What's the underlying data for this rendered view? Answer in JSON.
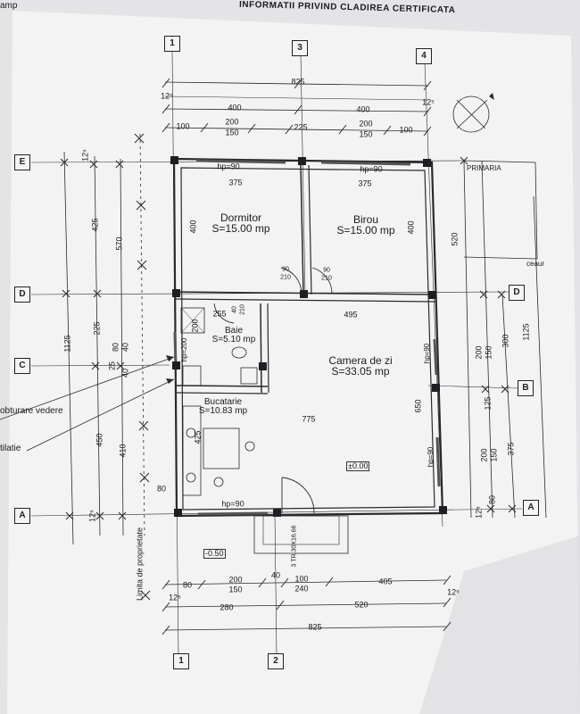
{
  "header": {
    "title": "INFORMATII PRIVIND CLADIREA CERTIFICATA",
    "corner": "amp"
  },
  "axes": {
    "top": [
      "1",
      "3",
      "4"
    ],
    "bottom": [
      "1",
      "2"
    ],
    "left": [
      "E",
      "D",
      "C",
      "A"
    ],
    "right": [
      "D",
      "B",
      "A"
    ]
  },
  "rooms": {
    "dormitor": {
      "name": "Dormitor",
      "area": "S=15.00 mp"
    },
    "birou": {
      "name": "Birou",
      "area": "S=15.00 mp"
    },
    "baie": {
      "name": "Baie",
      "area": "S=5.10 mp"
    },
    "camera": {
      "name": "Camera de zi",
      "area": "S=33.05 mp"
    },
    "bucatarie": {
      "name": "Bucatarie",
      "area": "S=10.83 mp"
    }
  },
  "dims": {
    "top_total": "825",
    "top_a": "400",
    "top_b": "400",
    "top_c1": "100",
    "top_c2": "200",
    "top_c3": "150",
    "top_c4": "225",
    "top_c5": "200",
    "top_c6": "150",
    "top_c7": "100",
    "top_12a": "12⁵",
    "top_12b": "12⁵",
    "hp90a": "hp=90",
    "hp90b": "hp=90",
    "hp90c": "hp=90",
    "hp200": "hp=200",
    "hp90d": "hp=90",
    "hp90e": "hp=90",
    "in375a": "375",
    "in375b": "375",
    "d90a": "90",
    "d210a": "210",
    "d90b": "90",
    "d210b": "210",
    "in255": "255",
    "in495": "495",
    "in775": "775",
    "d40": "40",
    "d210c": "210",
    "w400a": "400",
    "w400b": "400",
    "w200": "200",
    "w425": "425",
    "w650": "650",
    "left_1125": "1125",
    "left_425": "425",
    "left_570": "570",
    "left_225": "225",
    "left_80": "80",
    "left_40a": "40",
    "left_25": "25",
    "left_40b": "40",
    "left_450": "450",
    "left_410": "410",
    "left_125": "12⁵",
    "left_80b": "80",
    "left_12e": "12⁵",
    "right_520": "520",
    "right_1125": "1125",
    "right_300": "300",
    "right_200a": "200",
    "right_150a": "150",
    "right_125": "125",
    "right_200b": "200",
    "right_150b": "150",
    "right_375": "375",
    "right_80": "80",
    "right_12": "12⁵",
    "bot_80": "80",
    "bot_200": "200",
    "bot_150": "150",
    "bot_40": "40",
    "bot_100": "100",
    "bot_240": "240",
    "bot_405": "405",
    "bot_280": "280",
    "bot_520": "520",
    "bot_825": "825",
    "bot_12a": "12⁵",
    "bot_12b": "12⁵"
  },
  "labels": {
    "obturare": "obturare vedere",
    "ventilatie": "tilatie",
    "limita": "Limita de proprietate",
    "stairs": "3 TR.30X16.66",
    "level0": "±0.00",
    "level_minus": "-0.50",
    "primarie": "PRIMARIA",
    "ceaur": "ceaur"
  },
  "colors": {
    "paper": "#f2f2f3",
    "ink": "#1e1e22",
    "wall": "#2a2a2e"
  }
}
